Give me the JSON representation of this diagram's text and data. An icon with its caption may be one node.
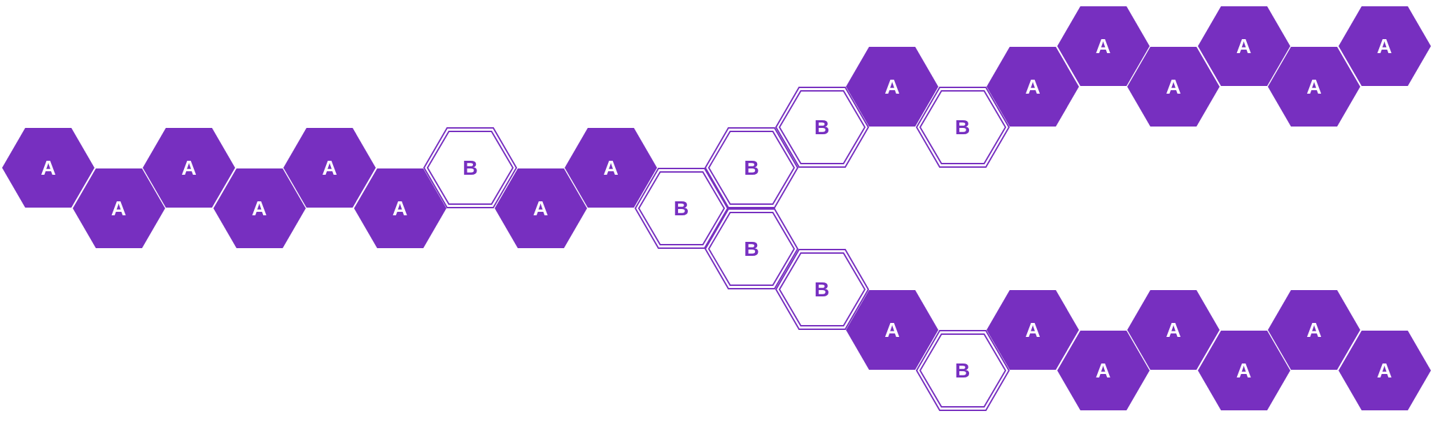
{
  "diagram": {
    "nodes": [
      {
        "text": [
          "A"
        ]
      },
      {
        "text": [
          "A"
        ]
      },
      {
        "text": [
          "A"
        ]
      },
      {
        "text": [
          "A"
        ]
      },
      {
        "text": [
          "A"
        ]
      },
      {
        "text": [
          "A"
        ]
      },
      {
        "text": [
          "B"
        ]
      },
      {
        "text": [
          "A"
        ]
      },
      {
        "text": [
          "A"
        ]
      },
      {
        "text": [
          "B"
        ]
      },
      {
        "text": [
          "B"
        ]
      },
      {
        "text": [
          "B"
        ]
      },
      {
        "text": [
          "B"
        ]
      },
      {
        "text": [
          "B"
        ]
      },
      {
        "text": [
          "A"
        ]
      },
      {
        "text": [
          "A"
        ]
      },
      {
        "text": [
          "B"
        ]
      },
      {
        "text": [
          "B"
        ]
      },
      {
        "text": [
          "A"
        ]
      },
      {
        "text": [
          "A"
        ]
      },
      {
        "text": [
          "A"
        ]
      },
      {
        "text": [
          "A"
        ]
      },
      {
        "text": [
          "A"
        ]
      },
      {
        "text": [
          "A"
        ]
      },
      {
        "text": [
          "A"
        ]
      },
      {
        "text": [
          "A"
        ]
      },
      {
        "text": [
          "A"
        ]
      },
      {
        "text": [
          "A"
        ]
      },
      {
        "text": [
          "A"
        ]
      },
      {
        "text": [
          "A"
        ]
      }
    ]
  }
}
